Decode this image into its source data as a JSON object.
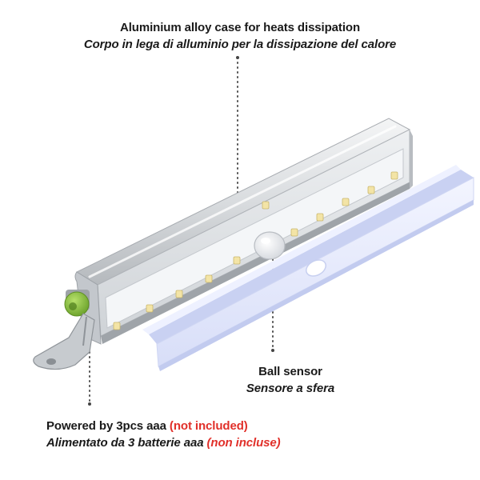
{
  "captions": {
    "case": {
      "line1": "Aluminium alloy case for heats dissipation",
      "line2": "Corpo in lega di alluminio per la dissipazione del calore"
    },
    "sensor": {
      "line1": "Ball sensor",
      "line2": "Sensore a sfera"
    },
    "power": {
      "line1_main": "Powered by 3pcs aaa ",
      "line1_note": "(not included)",
      "line2_main": "Alimentato da 3 batterie aaa ",
      "line2_note": "(non incluse)"
    }
  },
  "colors": {
    "text": "#1a1a1a",
    "note_red": "#e1302a",
    "aluminium": "#c8cbce",
    "cover_blue": "#e3e7fb",
    "switch_green": "#8cc63f",
    "led_yellow": "#f3e4a6"
  },
  "led_count": 11
}
